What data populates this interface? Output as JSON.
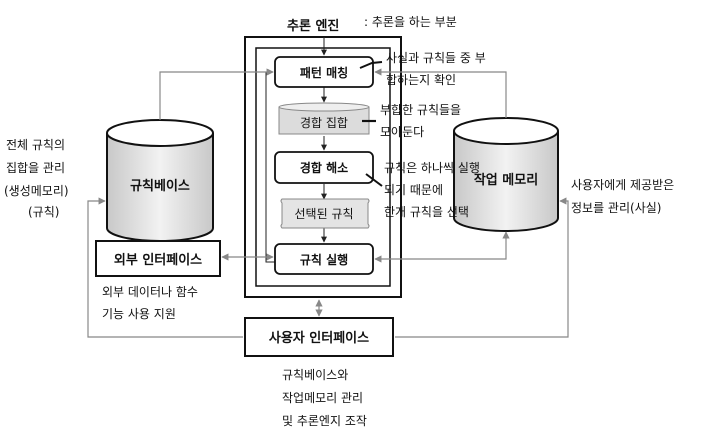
{
  "engine": {
    "title": "추론 엔진",
    "note": ": 추론을 하는 부분",
    "pattern_matching": "패턴 매칭",
    "conflict_set": "경합 집합",
    "conflict_resolution": "경합 해소",
    "selected_rule": "선택된 규칙",
    "rule_execution": "규칙 실행"
  },
  "rule_base": {
    "label": "규칙베이스",
    "desc": [
      "전체 규칙의",
      "집합을 관리",
      "(생성메모리)",
      "(규칙)"
    ]
  },
  "working_memory": {
    "label": "작업 메모리",
    "desc": [
      "사용자에게 제공받은",
      "정보를 관리(사실)"
    ]
  },
  "external_interface": {
    "label": "외부 인터페이스",
    "desc": [
      "외부 데이터나 함수",
      "기능 사용 지원"
    ]
  },
  "user_interface": {
    "label": "사용자 인터페이스",
    "desc": [
      "규칙베이스와",
      "작업메모리 관리",
      "및 추론엔지 조작"
    ]
  },
  "callouts": {
    "matching": [
      "사실과 규칙들 중 부",
      "합하는지 확인"
    ],
    "conflict_set": [
      "부합한 규칙들을",
      "모아둔다"
    ],
    "resolution": [
      "규칙은 하나씩 실행",
      "되기 때문에",
      "한개 규칙을 선택"
    ]
  }
}
